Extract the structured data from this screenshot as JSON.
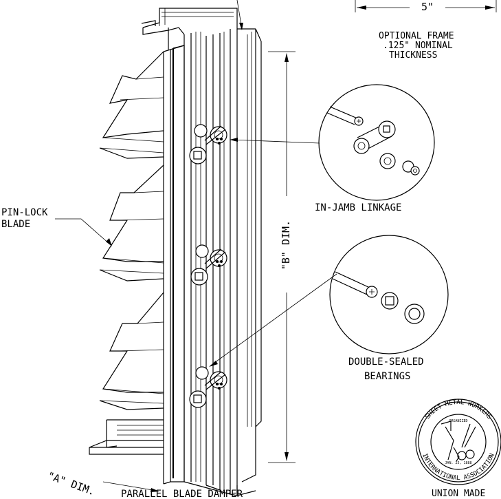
{
  "labels": {
    "dim_5": "5\"",
    "optional_frame_1": "OPTIONAL FRAME",
    "optional_frame_2": ".125\" NOMINAL",
    "optional_frame_3": "THICKNESS",
    "pin_lock_1": "PIN-LOCK",
    "pin_lock_2": "BLADE",
    "b_dim": "\"B\" DIM.",
    "in_jamb": "IN-JAMB LINKAGE",
    "double_sealed_1": "DOUBLE-SEALED",
    "double_sealed_2": "BEARINGS",
    "a_dim": "\"A\" DIM.",
    "parallel": "PARALLEL BLADE DAMPER",
    "union_made": "UNION MADE"
  },
  "seal": {
    "top_text": "SHEET METAL WORKERS",
    "bottom_text": "INTERNATIONAL ASSOCIATION",
    "organized": "ORGANIZED",
    "date": "JAN. 25, 1888"
  }
}
